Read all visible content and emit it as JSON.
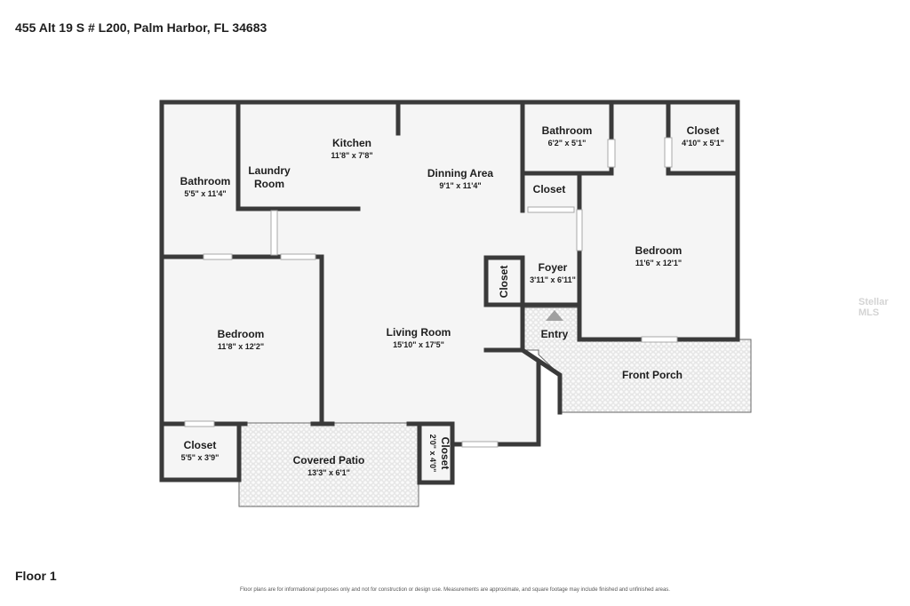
{
  "header": {
    "address": "455 Alt 19 S # L200, Palm Harbor, FL 34683"
  },
  "footer": {
    "floor_label": "Floor 1",
    "disclaimer": "Floor plans are for informational purposes only and not for construction or design use. Measurements are approximate, and square footage may include finished and unfinished areas."
  },
  "watermark": "Stellar MLS",
  "rooms": {
    "kitchen": {
      "name": "Kitchen",
      "dims": "11'8\" x 7'8\""
    },
    "laundry": {
      "name1": "Laundry",
      "name2": "Room"
    },
    "dinning": {
      "name": "Dinning Area",
      "dims": "9'1\" x 11'4\""
    },
    "bathroom_left": {
      "name": "Bathroom",
      "dims": "5'5\" x 11'4\""
    },
    "bathroom_top": {
      "name": "Bathroom",
      "dims": "6'2\" x 5'1\""
    },
    "closet_top_right": {
      "name": "Closet",
      "dims": "4'10\" x 5'1\""
    },
    "closet_mid": {
      "name": "Closet"
    },
    "closet_vertical": {
      "name": "Closet"
    },
    "foyer": {
      "name": "Foyer",
      "dims": "3'11\" x 6'11\""
    },
    "bedroom_right": {
      "name": "Bedroom",
      "dims": "11'6\" x 12'1\""
    },
    "bedroom_left": {
      "name": "Bedroom",
      "dims": "11'8\" x 12'2\""
    },
    "living": {
      "name": "Living Room",
      "dims": "15'10\" x 17'5\""
    },
    "entry": {
      "name": "Entry"
    },
    "front_porch": {
      "name": "Front Porch"
    },
    "closet_bottom_left": {
      "name": "Closet",
      "dims": "5'5\" x 3'9\""
    },
    "covered_patio": {
      "name": "Covered Patio",
      "dims": "13'3\" x 6'1\""
    },
    "closet_small": {
      "name": "Closet",
      "dims": "2'0\" x 4'0\""
    }
  },
  "colors": {
    "wall": "#3a3a3a",
    "floor": "#f5f5f5",
    "tile": "#e2e2e2"
  }
}
